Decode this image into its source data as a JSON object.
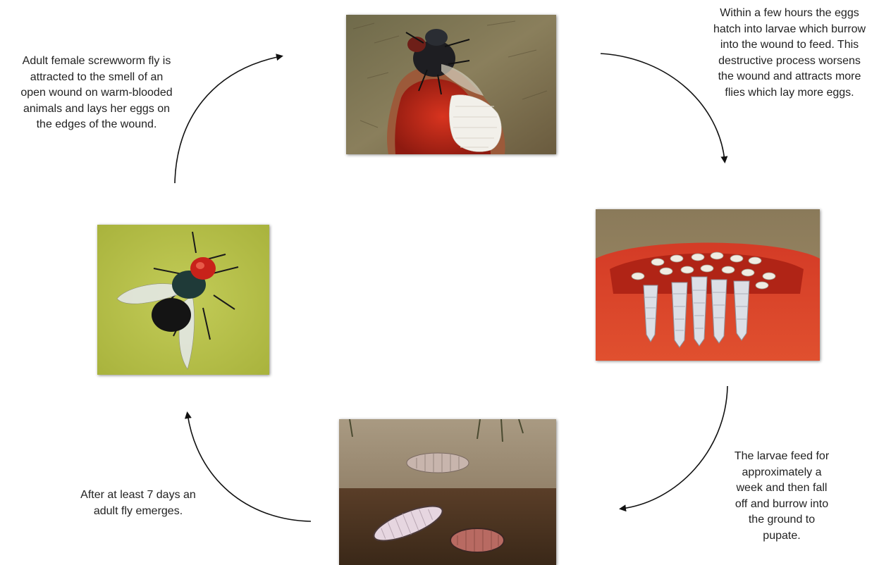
{
  "captions": {
    "female_lays_eggs": [
      "Adult female screwworm fly is",
      "attracted to the smell of an",
      "open wound on warm-blooded",
      "animals and lays her eggs on",
      "the edges of the wound."
    ],
    "eggs_hatch": [
      "Within a few hours the eggs",
      "hatch into larvae which burrow",
      "into the wound to feed. This",
      "destructive process worsens",
      "the wound and attracts more",
      "flies which lay more eggs."
    ],
    "larvae_pupate": [
      "The larvae feed for",
      "approximately a",
      "week and then fall",
      "off and burrow into",
      "the ground to",
      "pupate."
    ],
    "adult_emerges": [
      "After at least 7 days an",
      "adult fly emerges."
    ]
  },
  "colors": {
    "arrow": "#111111",
    "text": "#222222",
    "wound_red": "#c0281c",
    "fly_background": "#b8c24a",
    "fur": "#7a6a4a",
    "soil": "#4a3422"
  }
}
